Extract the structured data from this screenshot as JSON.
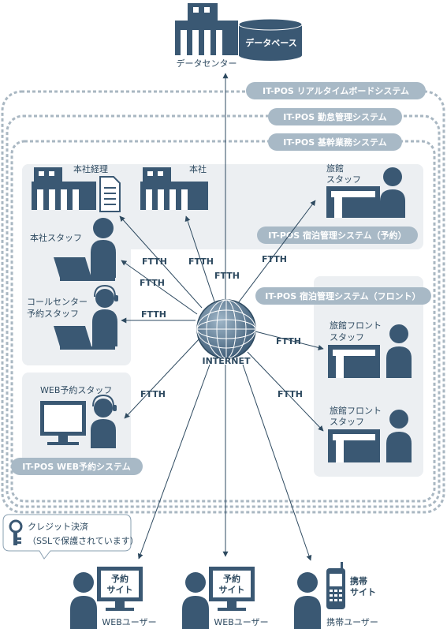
{
  "datacenter": {
    "label": "データセンター",
    "db_label": "データベース"
  },
  "systems": {
    "realtime": "IT-POS リアルタイムボードシステム",
    "attendance": "IT-POS 勤怠管理システム",
    "core": "IT-POS 基幹業務システム",
    "lodging_reserve": "IT-POS 宿泊管理システム（予約）",
    "lodging_front": "IT-POS 宿泊管理システム（フロント）",
    "web_reserve": "IT-POS WEB予約システム"
  },
  "nodes": {
    "hq_accounting": "本社経理",
    "hq": "本社",
    "ryokan_staff_1": "旅館",
    "ryokan_staff_2": "スタッフ",
    "hq_staff": "本社スタッフ",
    "callcenter_1": "コールセンター",
    "callcenter_2": "予約スタッフ",
    "web_staff": "WEB予約スタッフ",
    "front1_1": "旅館フロント",
    "front1_2": "スタッフ",
    "front2_1": "旅館フロント",
    "front2_2": "スタッフ",
    "internet": "INTERNET"
  },
  "ftth": "FTTH",
  "credit": {
    "title": "クレジット決済",
    "note": "（SSLで保護されています）"
  },
  "users": {
    "web1_site_1": "予約",
    "web1_site_2": "サイト",
    "web1_label": "WEBユーザー",
    "web2_site_1": "予約",
    "web2_site_2": "サイト",
    "web2_label": "WEBユーザー",
    "mobile_site_1": "携帯",
    "mobile_site_2": "サイト",
    "mobile_label": "携帯ユーザー"
  },
  "colors": {
    "accent": "#3a5873",
    "pill": "#a8b9c6",
    "panel": "#eceff2",
    "dashed": "#a9b7c2"
  }
}
